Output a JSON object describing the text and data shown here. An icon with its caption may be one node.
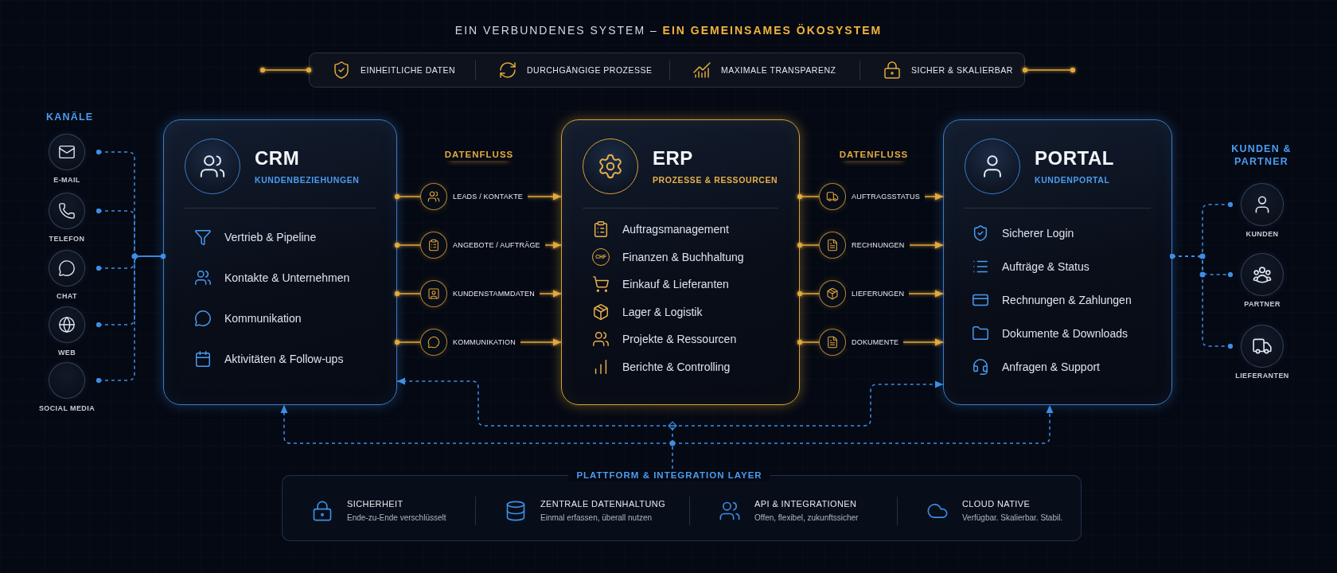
{
  "diagram": {
    "title": "EIN VERBUNDENES SYSTEM – **EIN GEMEINSAMES ÖKOSYSTEM**",
    "nodes": [
      {
        "text": [
          "EINHEITLICHE DATEN",
          "DURCHGÄNGIGE PROZESSE",
          "MAXIMALE TRANSPARENZ",
          "SICHER & SKALIERBAR"
        ]
      },
      {
        "text": [
          "E-MAIL"
        ]
      },
      {
        "text": [
          "TELEFON"
        ]
      },
      {
        "text": [
          "CHAT"
        ]
      },
      {
        "text": [
          "WEB"
        ]
      },
      {
        "text": [
          "SOCIAL MEDIA"
        ]
      },
      {
        "text": [
          "CRM",
          "KUNDENBEZIEHUNGEN",
          "Vertrieb & Pipeline",
          "Kontakte & Unternehmen",
          "Kommunikation",
          "Aktivitäten & Follow-ups"
        ]
      },
      {
        "text": [
          "ERP",
          "PROZESSE & RESSOURCEN",
          "Auftragsmanagement",
          "Finanzen & Buchhaltung",
          "Einkauf & Lieferanten",
          "Lager & Logistik",
          "Projekte & Ressourcen",
          "Berichte & Controlling"
        ]
      },
      {
        "text": [
          "PORTAL",
          "KUNDENPORTAL",
          "Sicherer Login",
          "Aufträge & Status",
          "Rechnungen & Zahlungen",
          "Dokumente & Downloads",
          "Anfragen & Support"
        ]
      },
      {
        "text": [
          "KUNDEN"
        ]
      },
      {
        "text": [
          "PARTNER"
        ]
      },
      {
        "text": [
          "LIEFERANTEN"
        ]
      },
      {
        "text": [
          "PLATTFORM & INTEGRATION LAYER",
          "SICHERHEIT",
          "Ende-zu-Ende verschlüsselt",
          "ZENTRALE DATENHALTUNG",
          "Einmal erfassen, überall nutzen",
          "API & INTEGRATIONEN",
          "Offen, flexibel, zukunftssicher",
          "CLOUD NATIVE",
          "Verfügbar. Skalierbar. Stabil."
        ]
      }
    ],
    "edges": [
      {
        "from": null,
        "to": 0,
        "arrow": "other",
        "color": "#e3a93b"
      },
      {
        "from": 0,
        "to": null,
        "arrow": "other",
        "color": "#e3a93b"
      },
      {
        "from": 1,
        "to": 6,
        "arrow": "other",
        "style": "dashed"
      },
      {
        "from": 2,
        "to": 6,
        "arrow": "other",
        "style": "dashed"
      },
      {
        "from": 3,
        "to": 6,
        "arrow": "other",
        "style": "dashed"
      },
      {
        "from": 4,
        "to": 6,
        "arrow": "other",
        "style": "dashed"
      },
      {
        "from": 5,
        "to": 6,
        "arrow": "other",
        "style": "dashed"
      },
      {
        "from": 6,
        "to": 7,
        "arrow": "to",
        "label": "LEADS / KONTAKTE",
        "color": "#e3a93b"
      },
      {
        "from": 6,
        "to": 7,
        "arrow": "to",
        "label": "ANGEBOTE / AUFTRÄGE",
        "color": "#e3a93b"
      },
      {
        "from": 6,
        "to": 7,
        "arrow": "to",
        "label": "KUNDENSTAMMDATEN",
        "color": "#e3a93b"
      },
      {
        "from": 6,
        "to": 7,
        "arrow": "to",
        "label": "KOMMUNIKATION",
        "color": "#e3a93b"
      },
      {
        "from": 7,
        "to": 8,
        "arrow": "to",
        "label": "AUFTRAGSSTATUS",
        "color": "#e3a93b"
      },
      {
        "from": 7,
        "to": 8,
        "arrow": "to",
        "label": "RECHNUNGEN",
        "color": "#e3a93b"
      },
      {
        "from": 7,
        "to": 8,
        "arrow": "to",
        "label": "LIEFERUNGEN",
        "color": "#e3a93b"
      },
      {
        "from": 7,
        "to": 8,
        "arrow": "to",
        "label": "DOKUMENTE",
        "color": "#e3a93b"
      },
      {
        "from": 8,
        "to": 9,
        "arrow": "other",
        "style": "dashed"
      },
      {
        "from": 8,
        "to": 10,
        "arrow": "other",
        "style": "dashed"
      },
      {
        "from": 8,
        "to": 11,
        "arrow": "other",
        "style": "dashed"
      },
      {
        "from": 12,
        "to": 6,
        "arrow": "to",
        "style": "dashed"
      },
      {
        "from": 12,
        "to": 8,
        "arrow": "to",
        "style": "dashed"
      },
      {
        "from": 12,
        "to": 6,
        "arrow": "to",
        "style": "dashed"
      },
      {
        "from": 12,
        "to": 8,
        "arrow": "to",
        "style": "dashed"
      }
    ],
    "labels": [
      "KANÄLE",
      "DATENFLUSS",
      "DATENFLUSS",
      "KUNDEN & PARTNER",
      "CHF"
    ]
  }
}
